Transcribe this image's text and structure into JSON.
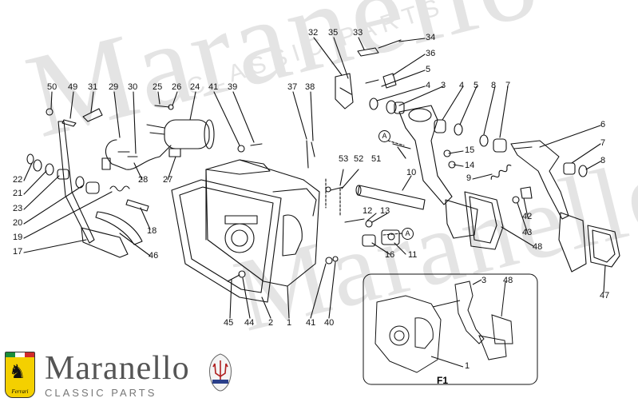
{
  "watermark": {
    "word": "Maranello",
    "sub": "CLASSIC PARTS"
  },
  "brand": {
    "name": "Maranello",
    "subtitle": "CLASSIC PARTS",
    "ferrari_badge": "Ferrari"
  },
  "inset": {
    "label": "F1"
  },
  "arrow_marker": "A",
  "callouts": [
    {
      "id": "c50",
      "text": "50"
    },
    {
      "id": "c49",
      "text": "49"
    },
    {
      "id": "c31",
      "text": "31"
    },
    {
      "id": "c29",
      "text": "29"
    },
    {
      "id": "c30",
      "text": "30"
    },
    {
      "id": "c25",
      "text": "25"
    },
    {
      "id": "c26",
      "text": "26"
    },
    {
      "id": "c24",
      "text": "24"
    },
    {
      "id": "c41a",
      "text": "41"
    },
    {
      "id": "c39",
      "text": "39"
    },
    {
      "id": "c37",
      "text": "37"
    },
    {
      "id": "c38",
      "text": "38"
    },
    {
      "id": "c32",
      "text": "32"
    },
    {
      "id": "c35",
      "text": "35"
    },
    {
      "id": "c33",
      "text": "33"
    },
    {
      "id": "c34",
      "text": "34"
    },
    {
      "id": "c36",
      "text": "36"
    },
    {
      "id": "c5a",
      "text": "5"
    },
    {
      "id": "c4a",
      "text": "4"
    },
    {
      "id": "c3",
      "text": "3"
    },
    {
      "id": "c4b",
      "text": "4"
    },
    {
      "id": "c5b",
      "text": "5"
    },
    {
      "id": "c8a",
      "text": "8"
    },
    {
      "id": "c7a",
      "text": "7"
    },
    {
      "id": "c6",
      "text": "6"
    },
    {
      "id": "c7b",
      "text": "7"
    },
    {
      "id": "c8b",
      "text": "8"
    },
    {
      "id": "c22",
      "text": "22"
    },
    {
      "id": "c21",
      "text": "21"
    },
    {
      "id": "c23",
      "text": "23"
    },
    {
      "id": "c20",
      "text": "20"
    },
    {
      "id": "c19",
      "text": "19"
    },
    {
      "id": "c17",
      "text": "17"
    },
    {
      "id": "c28",
      "text": "28"
    },
    {
      "id": "c27",
      "text": "27"
    },
    {
      "id": "c18",
      "text": "18"
    },
    {
      "id": "c46",
      "text": "46"
    },
    {
      "id": "c53",
      "text": "53"
    },
    {
      "id": "c52",
      "text": "52"
    },
    {
      "id": "c51",
      "text": "51"
    },
    {
      "id": "c15",
      "text": "15"
    },
    {
      "id": "c14",
      "text": "14"
    },
    {
      "id": "c10",
      "text": "10"
    },
    {
      "id": "c9",
      "text": "9"
    },
    {
      "id": "c42",
      "text": "42"
    },
    {
      "id": "c43",
      "text": "43"
    },
    {
      "id": "c12",
      "text": "12"
    },
    {
      "id": "c13",
      "text": "13"
    },
    {
      "id": "c16",
      "text": "16"
    },
    {
      "id": "c11",
      "text": "11"
    },
    {
      "id": "c48a",
      "text": "48"
    },
    {
      "id": "c47",
      "text": "47"
    },
    {
      "id": "c45",
      "text": "45"
    },
    {
      "id": "c44",
      "text": "44"
    },
    {
      "id": "c2",
      "text": "2"
    },
    {
      "id": "c1a",
      "text": "1"
    },
    {
      "id": "c41b",
      "text": "41"
    },
    {
      "id": "c40",
      "text": "40"
    },
    {
      "id": "c3b",
      "text": "3"
    },
    {
      "id": "c48b",
      "text": "48"
    },
    {
      "id": "c1b",
      "text": "1"
    }
  ]
}
